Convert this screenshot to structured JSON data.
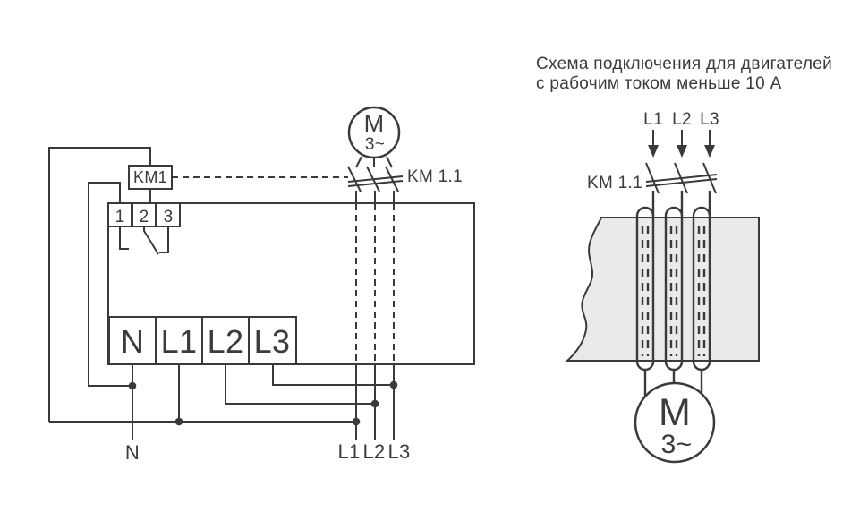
{
  "colors": {
    "line": "#3a3a3a",
    "text": "#3b3b3b",
    "device_fill": "#eaeaea",
    "background": "#ffffff"
  },
  "left_diagram": {
    "motor": {
      "letter": "M",
      "phase": "3~"
    },
    "coil_label": "KM1",
    "contact_label": "KM 1.1",
    "relay_terminals": [
      "1",
      "2",
      "3"
    ],
    "power_terminals": [
      "N",
      "L1",
      "L2",
      "L3"
    ],
    "bottom_neutral_label": "N",
    "bottom_phase_labels": [
      "L1",
      "L2",
      "L3"
    ]
  },
  "right_diagram": {
    "title_line1": "Схема подключения для двигателей",
    "title_line2": "с рабочим током меньше 10 А",
    "phase_labels": [
      "L1",
      "L2",
      "L3"
    ],
    "contact_label": "KM 1.1",
    "motor": {
      "letter": "M",
      "phase": "3~"
    }
  }
}
